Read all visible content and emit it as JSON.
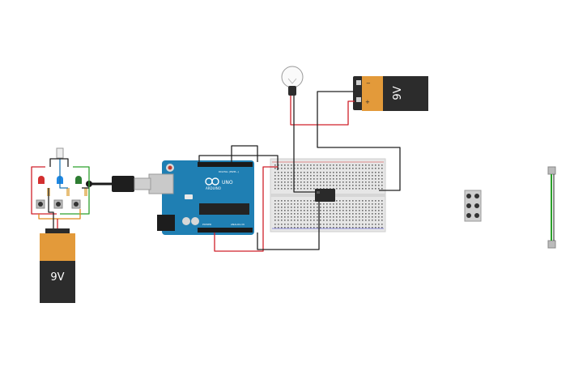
{
  "battery_top": {
    "label": "9V",
    "minus": "−",
    "plus": "+"
  },
  "battery_bottom": {
    "label": "9V"
  },
  "arduino": {
    "brand": "ARDUINO",
    "model": "UNO",
    "digital_label": "DIGITAL (PWM~)",
    "power_label": "POWER",
    "analog_label": "ANALOG IN"
  },
  "colors": {
    "arduino_board": "#1f7fb3",
    "battery_body": "#e39a3a",
    "battery_top": "#2b2b2b",
    "breadboard": "#e6e6e6",
    "wire_red": "#d0202a",
    "wire_black": "#222222",
    "wire_green": "#2ca02c",
    "wire_blue": "#1f77b4",
    "wire_orange": "#e08a1e",
    "led_red": "#d32f2f",
    "led_blue": "#1e88e5",
    "led_green": "#2e7d32"
  }
}
